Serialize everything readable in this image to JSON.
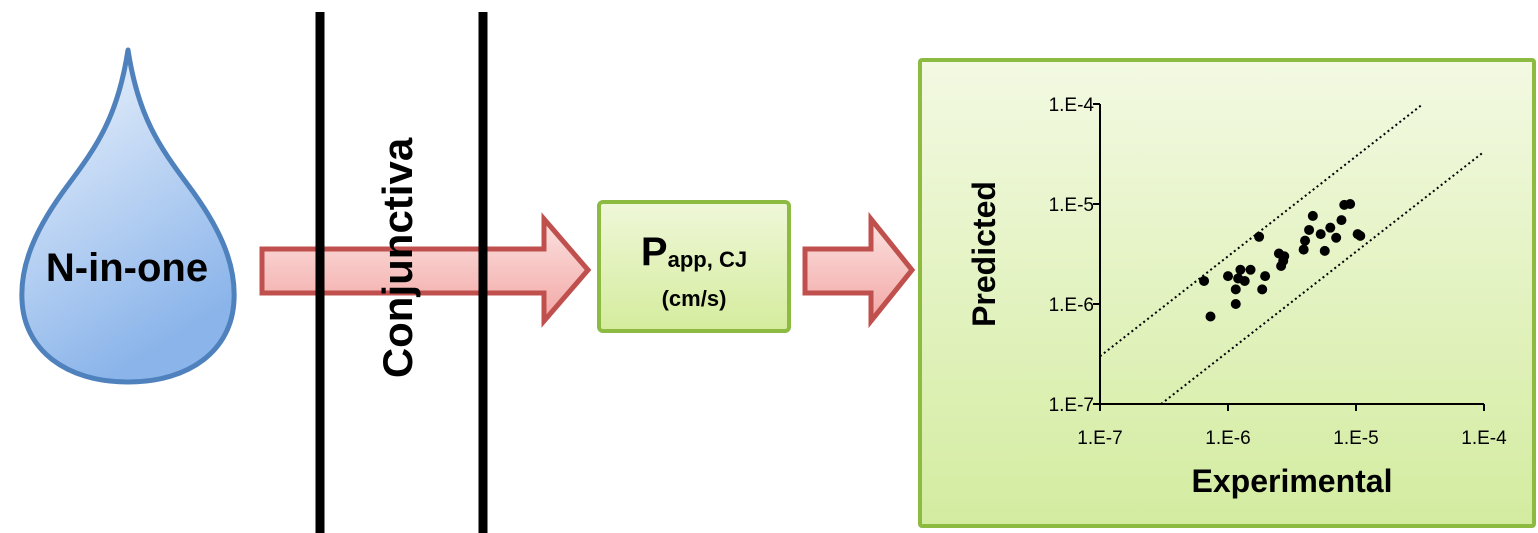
{
  "diagram": {
    "drop_label": "N-in-one",
    "membrane_label": "Conjunctiva",
    "papp": {
      "main": "P",
      "subscript": "app, CJ",
      "unit": "(cm/s)"
    }
  },
  "chart_data": {
    "type": "scatter",
    "xlabel": "Experimental",
    "ylabel": "Predicted",
    "x_scale": "log",
    "y_scale": "log",
    "xlim": [
      1e-07,
      0.0001
    ],
    "ylim": [
      1e-07,
      0.0001
    ],
    "x_tick_labels": [
      "1.E-7",
      "1.E-6",
      "1.E-5",
      "1.E-4"
    ],
    "y_tick_labels": [
      "1.E-7",
      "1.E-6",
      "1.E-5",
      "1.E-4"
    ],
    "reference_lines": [
      {
        "style": "dotted",
        "fold": 3,
        "direction": "upper"
      },
      {
        "style": "dotted",
        "fold": 3,
        "direction": "lower"
      }
    ],
    "points": [
      [
        6.5e-07,
        1.7e-06
      ],
      [
        7.3e-07,
        7.5e-07
      ],
      [
        1e-06,
        1.9e-06
      ],
      [
        1.15e-06,
        1e-06
      ],
      [
        1.15e-06,
        1.4e-06
      ],
      [
        1.2e-06,
        1.8e-06
      ],
      [
        1.25e-06,
        2.2e-06
      ],
      [
        1.35e-06,
        1.7e-06
      ],
      [
        1.5e-06,
        2.2e-06
      ],
      [
        1.75e-06,
        4.7e-06
      ],
      [
        1.85e-06,
        1.4e-06
      ],
      [
        1.95e-06,
        1.9e-06
      ],
      [
        2.5e-06,
        3.2e-06
      ],
      [
        2.6e-06,
        2.4e-06
      ],
      [
        2.7e-06,
        2.7e-06
      ],
      [
        2.75e-06,
        3e-06
      ],
      [
        3.9e-06,
        3.5e-06
      ],
      [
        4e-06,
        4.3e-06
      ],
      [
        4.3e-06,
        5.5e-06
      ],
      [
        4.6e-06,
        7.6e-06
      ],
      [
        5.3e-06,
        5e-06
      ],
      [
        5.7e-06,
        3.4e-06
      ],
      [
        6.3e-06,
        5.8e-06
      ],
      [
        7e-06,
        4.6e-06
      ],
      [
        7.7e-06,
        6.9e-06
      ],
      [
        8.1e-06,
        9.8e-06
      ],
      [
        9e-06,
        1e-05
      ],
      [
        1.03e-05,
        5e-06
      ],
      [
        1.08e-05,
        4.8e-06
      ]
    ]
  },
  "colors": {
    "drop_fill_top": "#f1f6fd",
    "drop_fill_bottom": "#8ab4ea",
    "drop_stroke": "#4f81bd",
    "arrow_fill_top": "#fbe2e0",
    "arrow_fill_bottom": "#f2a7a5",
    "arrow_stroke": "#c0504d",
    "box_stroke": "#8dbb41",
    "membrane": "#000000"
  }
}
